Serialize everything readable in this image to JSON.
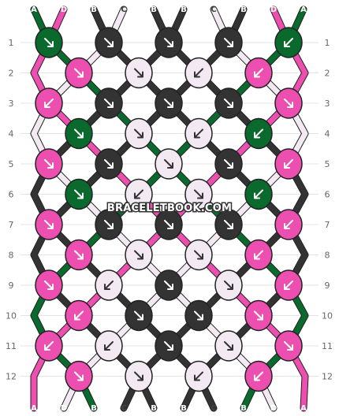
{
  "watermark": "BRACELETBOOK.COM",
  "colors": {
    "A": "#0a6a2e",
    "B": "#333333",
    "C": "#f3e9f3",
    "D": "#ec4fb0"
  },
  "strings_top": [
    "A",
    "D",
    "B",
    "C",
    "B",
    "B",
    "C",
    "B",
    "D",
    "A"
  ],
  "strings_bottom": [
    "A",
    "D",
    "B",
    "C",
    "B",
    "B",
    "C",
    "B",
    "D",
    "A"
  ],
  "row_numbers": [
    "1",
    "2",
    "3",
    "4",
    "5",
    "6",
    "7",
    "8",
    "9",
    "10",
    "11",
    "12"
  ],
  "knot_rows": [
    [
      {
        "c": "A",
        "d": "br"
      },
      {
        "c": "B",
        "d": "br"
      },
      {
        "c": "B",
        "d": "br"
      },
      {
        "c": "B",
        "d": "br"
      },
      {
        "c": "A",
        "d": "bl"
      }
    ],
    [
      {
        "c": "D",
        "d": "br"
      },
      {
        "c": "C",
        "d": "br"
      },
      {
        "c": "C",
        "d": "bl"
      },
      {
        "c": "D",
        "d": "bl"
      }
    ],
    [
      {
        "c": "D",
        "d": "bl"
      },
      {
        "c": "B",
        "d": "br"
      },
      {
        "c": "B",
        "d": "br"
      },
      {
        "c": "B",
        "d": "br"
      },
      {
        "c": "D",
        "d": "br"
      }
    ],
    [
      {
        "c": "A",
        "d": "br"
      },
      {
        "c": "C",
        "d": "br"
      },
      {
        "c": "C",
        "d": "bl"
      },
      {
        "c": "A",
        "d": "bl"
      }
    ],
    [
      {
        "c": "D",
        "d": "br"
      },
      {
        "c": "B",
        "d": "br"
      },
      {
        "c": "C",
        "d": "br"
      },
      {
        "c": "B",
        "d": "br"
      },
      {
        "c": "D",
        "d": "bl"
      }
    ],
    [
      {
        "c": "A",
        "d": "br"
      },
      {
        "c": "C",
        "d": "bl"
      },
      {
        "c": "C",
        "d": "br"
      },
      {
        "c": "A",
        "d": "bl"
      }
    ],
    [
      {
        "c": "D",
        "d": "br"
      },
      {
        "c": "B",
        "d": "br"
      },
      {
        "c": "B",
        "d": "br"
      },
      {
        "c": "B",
        "d": "br"
      },
      {
        "c": "D",
        "d": "bl"
      }
    ],
    [
      {
        "c": "D",
        "d": "br"
      },
      {
        "c": "C",
        "d": "br"
      },
      {
        "c": "C",
        "d": "br"
      },
      {
        "c": "D",
        "d": "bl"
      }
    ],
    [
      {
        "c": "D",
        "d": "br"
      },
      {
        "c": "C",
        "d": "bl"
      },
      {
        "c": "B",
        "d": "br"
      },
      {
        "c": "C",
        "d": "br"
      },
      {
        "c": "D",
        "d": "bl"
      }
    ],
    [
      {
        "c": "D",
        "d": "bl"
      },
      {
        "c": "B",
        "d": "br"
      },
      {
        "c": "B",
        "d": "br"
      },
      {
        "c": "D",
        "d": "br"
      }
    ],
    [
      {
        "c": "D",
        "d": "bl"
      },
      {
        "c": "C",
        "d": "bl"
      },
      {
        "c": "B",
        "d": "br"
      },
      {
        "c": "C",
        "d": "br"
      },
      {
        "c": "D",
        "d": "br"
      }
    ],
    [
      {
        "c": "D",
        "d": "br"
      },
      {
        "c": "C",
        "d": "br"
      },
      {
        "c": "C",
        "d": "bl"
      },
      {
        "c": "D",
        "d": "bl"
      }
    ]
  ]
}
